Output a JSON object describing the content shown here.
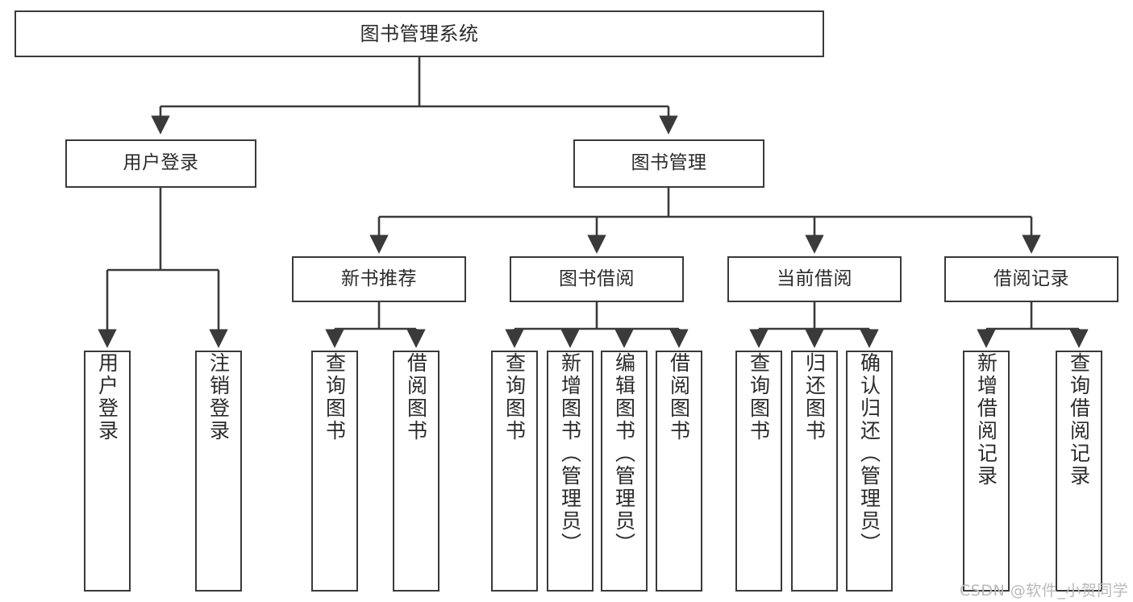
{
  "diagram": {
    "title": "图书管理系统",
    "type": "hierarchy-tree",
    "colors": {
      "stroke": "#3a3a3a",
      "fill": "#ffffff",
      "text": "#2b2b2b",
      "watermark": "#b9b9b9"
    },
    "root": {
      "label": "图书管理系统"
    },
    "level2": [
      {
        "label": "用户登录"
      },
      {
        "label": "图书管理"
      }
    ],
    "level3": [
      {
        "label": "新书推荐"
      },
      {
        "label": "图书借阅"
      },
      {
        "label": "当前借阅"
      },
      {
        "label": "借阅记录"
      }
    ],
    "leaves": {
      "user_login": [
        {
          "label": "用户登录"
        },
        {
          "label": "注销登录"
        }
      ],
      "new_book_rec": [
        {
          "label": "查询图书"
        },
        {
          "label": "借阅图书"
        }
      ],
      "book_borrow": [
        {
          "label": "查询图书"
        },
        {
          "label": "新增图书（管理员）"
        },
        {
          "label": "编辑图书（管理员）"
        },
        {
          "label": "借阅图书"
        }
      ],
      "current_borrow": [
        {
          "label": "查询图书"
        },
        {
          "label": "归还图书"
        },
        {
          "label": "确认归还（管理员）"
        }
      ],
      "borrow_record": [
        {
          "label": "新增借阅记录"
        },
        {
          "label": "查询借阅记录"
        }
      ]
    }
  },
  "watermark": {
    "text": "CSDN @软件_小贺同学"
  }
}
